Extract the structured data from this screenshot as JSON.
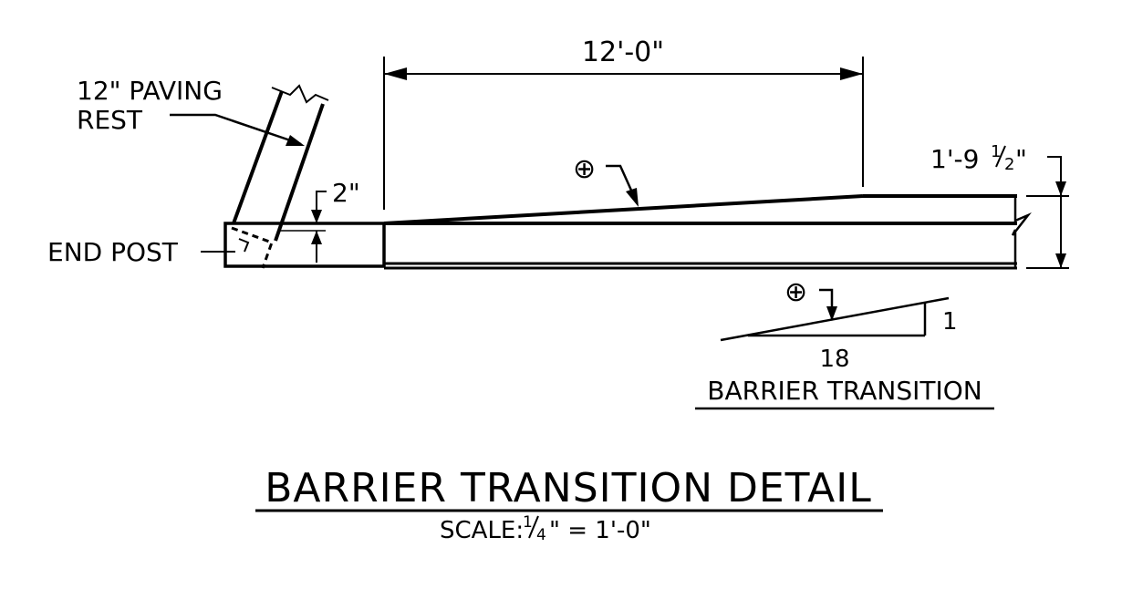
{
  "labels": {
    "paving_rest_line1": "12\" PAVING",
    "paving_rest_line2": "REST",
    "end_post": "END POST",
    "dim_top": "12'-0\"",
    "dim_two_inch": "2\"",
    "dim_right_prefix": "1'-9",
    "dim_right_num": "1",
    "dim_right_den": "2",
    "dim_right_suffix": "\"",
    "symbol_upper": "⊕",
    "symbol_lower": "⊕",
    "slope_rise": "1",
    "slope_run": "18",
    "slope_caption": "BARRIER TRANSITION",
    "title": "BARRIER TRANSITION DETAIL",
    "scale_prefix": "SCALE:",
    "scale_num": "1",
    "scale_den": "4",
    "scale_suffix": "\" = 1'-0\""
  }
}
